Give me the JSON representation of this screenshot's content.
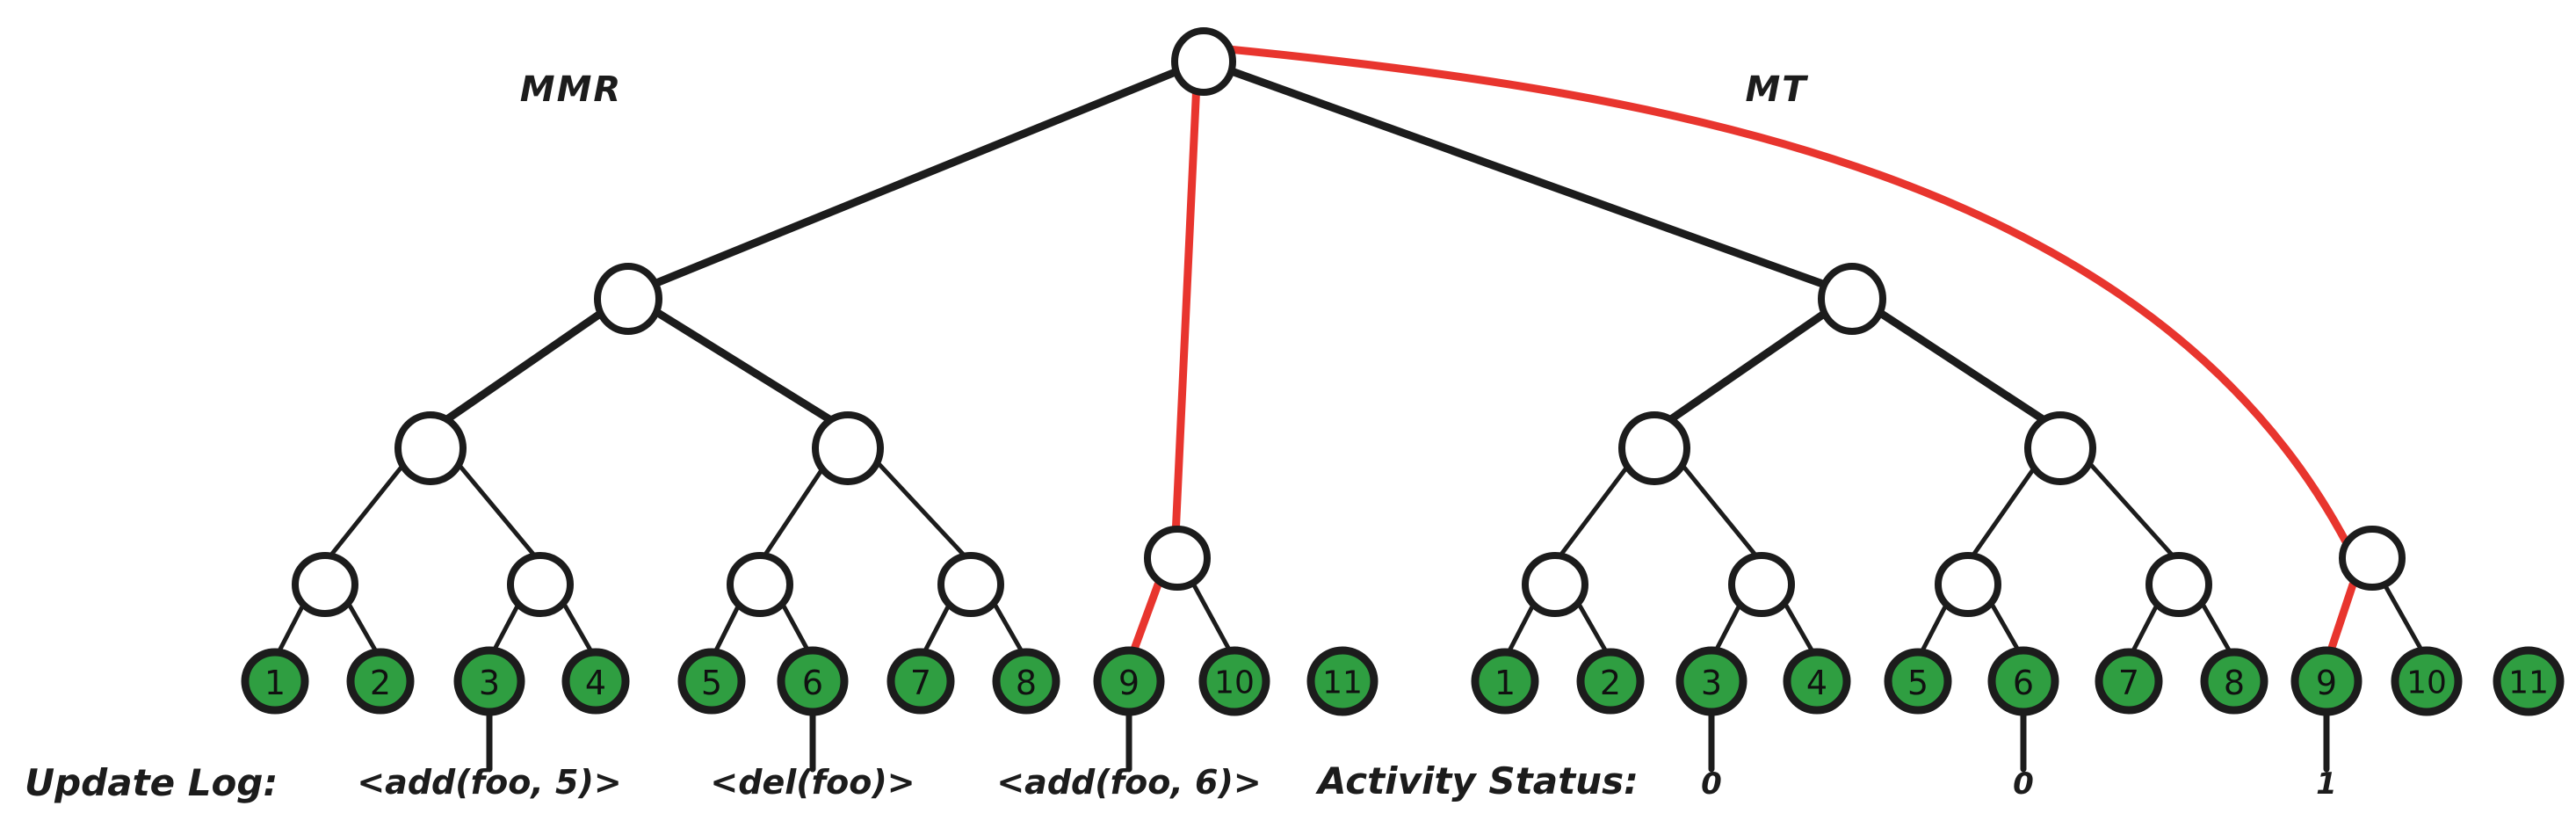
{
  "diagram": {
    "title_labels": {
      "left_tree": "MMR",
      "right_tree": "MT"
    },
    "colors": {
      "leaf_fill": "#2f9e41",
      "stroke": "#1c1c1c",
      "highlight": "#e8352e",
      "background": "#ffffff",
      "node_fill": "#ffffff"
    },
    "left_tree": {
      "name": "MMR",
      "leaves": [
        "1",
        "2",
        "3",
        "4",
        "5",
        "6",
        "7",
        "8",
        "9",
        "10",
        "11"
      ]
    },
    "right_tree": {
      "name": "MT",
      "leaves": [
        "1",
        "2",
        "3",
        "4",
        "5",
        "6",
        "7",
        "8",
        "9",
        "10",
        "11"
      ]
    },
    "update_log": {
      "label": "Update Log:",
      "entries": [
        {
          "text": "<add(foo, 5)>",
          "leaf": "3"
        },
        {
          "text": "<del(foo)>",
          "leaf": "6"
        },
        {
          "text": "<add(foo, 6)>",
          "leaf": "9"
        }
      ]
    },
    "activity_status": {
      "label": "Activity Status:",
      "values": [
        {
          "text": "0",
          "leaf": "3"
        },
        {
          "text": "0",
          "leaf": "6"
        },
        {
          "text": "1",
          "leaf": "9"
        }
      ]
    }
  }
}
